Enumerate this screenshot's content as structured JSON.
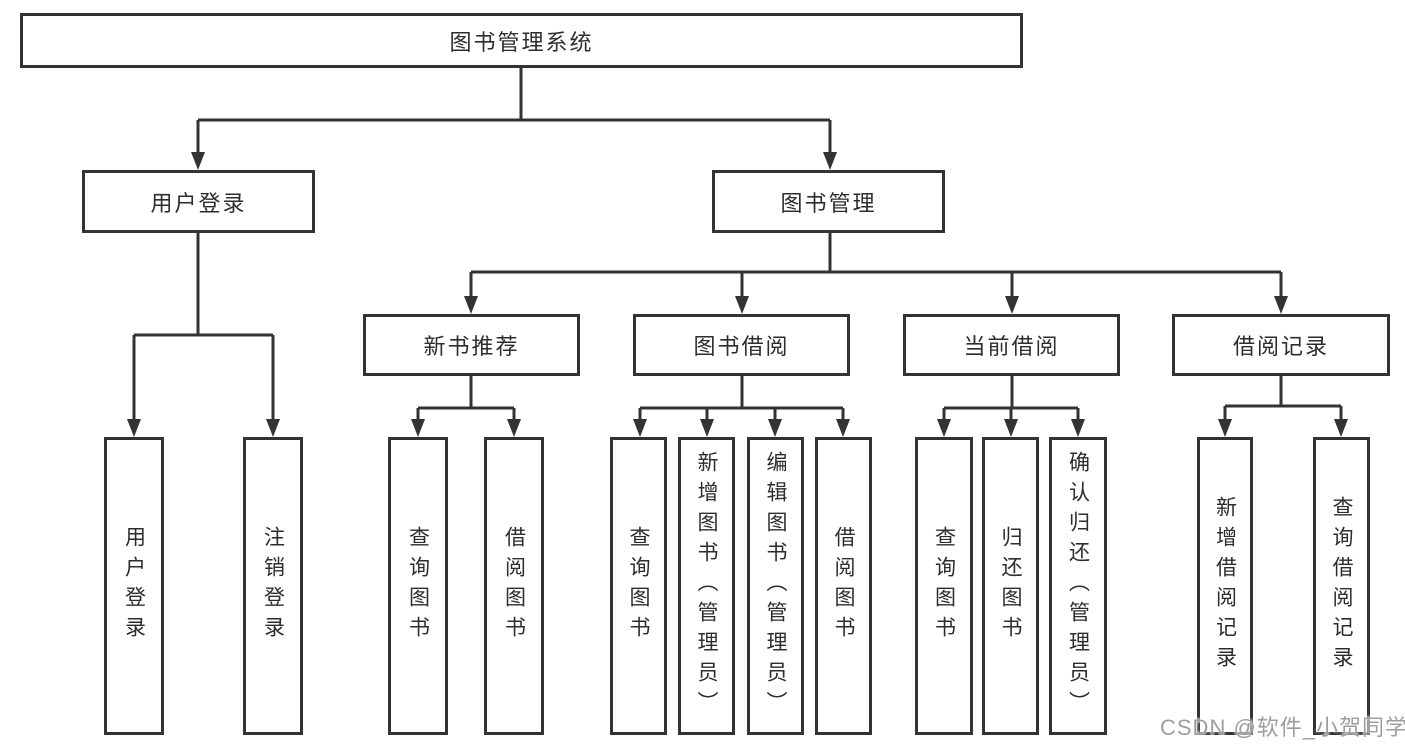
{
  "tree": {
    "root": {
      "label": "图书管理系统",
      "children": [
        {
          "label": "用户登录",
          "children": [
            {
              "label": "用户登录"
            },
            {
              "label": "注销登录"
            }
          ]
        },
        {
          "label": "图书管理",
          "children": [
            {
              "label": "新书推荐",
              "children": [
                {
                  "label": "查询图书"
                },
                {
                  "label": "借阅图书"
                }
              ]
            },
            {
              "label": "图书借阅",
              "children": [
                {
                  "label": "查询图书"
                },
                {
                  "label": "新增图书（管理员）"
                },
                {
                  "label": "编辑图书（管理员）"
                },
                {
                  "label": "借阅图书"
                }
              ]
            },
            {
              "label": "当前借阅",
              "children": [
                {
                  "label": "查询图书"
                },
                {
                  "label": "归还图书"
                },
                {
                  "label": "确认归还（管理员）"
                }
              ]
            },
            {
              "label": "借阅记录",
              "children": [
                {
                  "label": "新增借阅记录"
                },
                {
                  "label": "查询借阅记录"
                }
              ]
            }
          ]
        }
      ]
    }
  },
  "watermark": "CSDN @软件_小贺同学",
  "colors": {
    "line": "#333333",
    "text": "#2d2d2d",
    "watermark": "#9e9e9e",
    "background": "#ffffff"
  }
}
